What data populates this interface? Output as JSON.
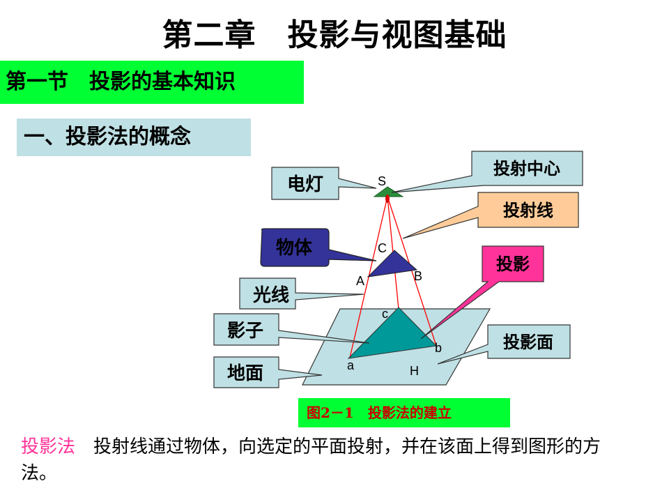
{
  "slide": {
    "title": "第二章　投影与视图基础",
    "section": "第一节　投影的基本知识",
    "subsection": "一、投影法的概念"
  },
  "figure": {
    "labels": {
      "lamp": "电灯",
      "projection_center": "投射中心",
      "projection_line": "投射线",
      "object": "物体",
      "projection": "投影",
      "light": "光线",
      "shadow": "影子",
      "projection_plane": "投影面",
      "ground": "地面"
    },
    "points": {
      "S": "S",
      "C": "C",
      "A": "A",
      "B": "B",
      "c": "c",
      "a": "a",
      "b": "b",
      "H": "H"
    },
    "caption": "图2－1　投影法的建立",
    "colors": {
      "section_bg": "#00ff33",
      "subsection_bg": "#bfe0e4",
      "plane": "#bfe0e4",
      "object": "#333399",
      "shadow": "#009999",
      "ray": "#ff0000",
      "projection_label": "#ff3399",
      "projection_line_label": "#ffcc99"
    }
  },
  "definition": {
    "term": "投影法",
    "text": "　投射线通过物体，向选定的平面投射，并在该面上得到图形的方法。"
  }
}
